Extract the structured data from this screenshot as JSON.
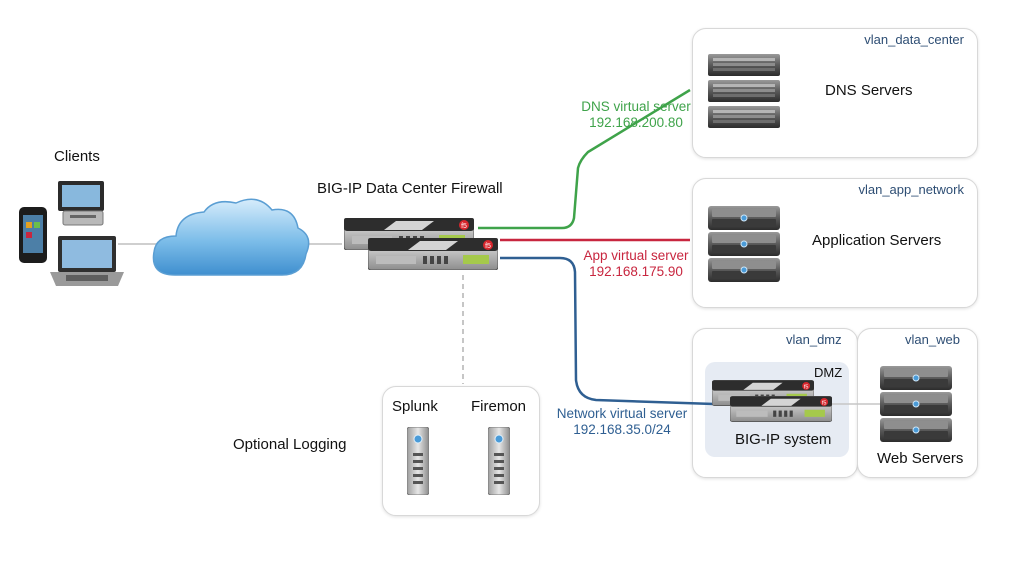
{
  "labels": {
    "clients": "Clients",
    "firewall": "BIG-IP Data Center Firewall",
    "optional_logging": "Optional Logging",
    "splunk": "Splunk",
    "firemon": "Firemon",
    "dns_servers": "DNS Servers",
    "app_servers": "Application Servers",
    "web_servers": "Web Servers",
    "dmz": "DMZ",
    "bigip_system": "BIG-IP system"
  },
  "vlans": {
    "data_center": "vlan_data_center",
    "app_network": "vlan_app_network",
    "dmz": "vlan_dmz",
    "web": "vlan_web"
  },
  "virtual_servers": {
    "dns": {
      "name": "DNS virtual server",
      "ip": "192.168.200.80",
      "color": "#3fa34a"
    },
    "app": {
      "name": "App virtual server",
      "ip": "192.168.175.90",
      "color": "#c8263f"
    },
    "network": {
      "name": "Network virtual server",
      "ip": "192.168.35.0/24",
      "color": "#2f5f92"
    }
  },
  "icons": [
    "client-tablet-icon",
    "client-desktop-icon",
    "client-laptop-icon",
    "cloud-icon",
    "bigip-appliance-icon",
    "server-icon",
    "tower-server-icon",
    "f5-logo-icon"
  ]
}
